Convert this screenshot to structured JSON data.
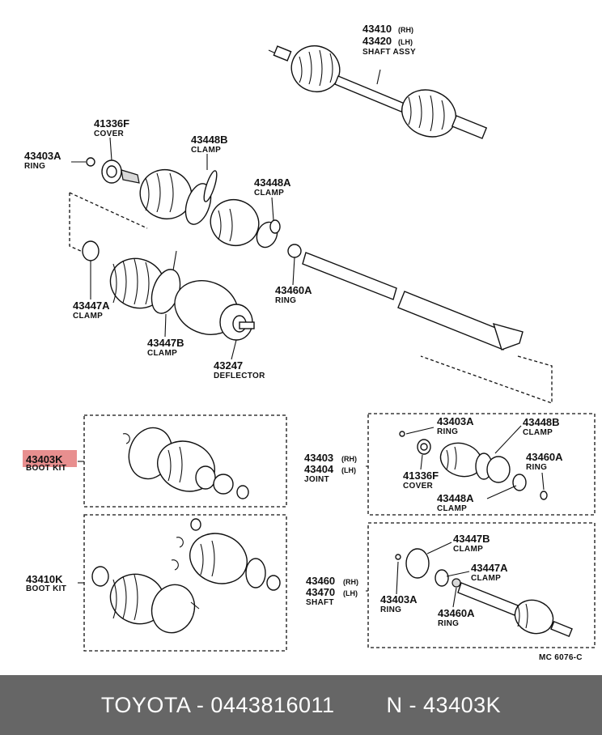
{
  "labels": {
    "shaft_assy": {
      "pn1": "43410",
      "pn1_side": "(RH)",
      "pn2": "43420",
      "pn2_side": "(LH)",
      "name": "SHAFT ASSY"
    },
    "cover_top": {
      "pn": "41336F",
      "name": "COVER"
    },
    "clamp_b_top": {
      "pn": "43448B",
      "name": "CLAMP"
    },
    "ring_a_top": {
      "pn": "43403A",
      "name": "RING"
    },
    "clamp_a_top": {
      "pn": "43448A",
      "name": "CLAMP"
    },
    "ring_460_top": {
      "pn": "43460A",
      "name": "RING"
    },
    "clamp_447a_top": {
      "pn": "43447A",
      "name": "CLAMP"
    },
    "clamp_447b_top": {
      "pn": "43447B",
      "name": "CLAMP"
    },
    "deflector": {
      "pn": "43247",
      "name": "DEFLECTOR"
    },
    "boot_kit_k": {
      "pn": "43403K",
      "name": "BOOT KIT"
    },
    "boot_kit_410": {
      "pn": "43410K",
      "name": "BOOT KIT"
    },
    "joint": {
      "pn1": "43403",
      "pn1_side": "(RH)",
      "pn2": "43404",
      "pn2_side": "(LH)",
      "name": "JOINT"
    },
    "joint_ring": {
      "pn": "43403A",
      "name": "RING"
    },
    "joint_cover": {
      "pn": "41336F",
      "name": "COVER"
    },
    "joint_clamp_b": {
      "pn": "43448B",
      "name": "CLAMP"
    },
    "joint_ring_460": {
      "pn": "43460A",
      "name": "RING"
    },
    "joint_clamp_a": {
      "pn": "43448A",
      "name": "CLAMP"
    },
    "shaft": {
      "pn1": "43460",
      "pn1_side": "(RH)",
      "pn2": "43470",
      "pn2_side": "(LH)",
      "name": "SHAFT"
    },
    "shaft_clamp_b": {
      "pn": "43447B",
      "name": "CLAMP"
    },
    "shaft_clamp_a": {
      "pn": "43447A",
      "name": "CLAMP"
    },
    "shaft_ring": {
      "pn": "43403A",
      "name": "RING"
    },
    "shaft_ring_460": {
      "pn": "43460A",
      "name": "RING"
    }
  },
  "diagram_code": "MC 6076-C",
  "footer": {
    "text": "TOYOTA - 0443816011        N - 43403K"
  },
  "colors": {
    "highlight": "#e06a6a",
    "footer_bg": "#666666"
  }
}
